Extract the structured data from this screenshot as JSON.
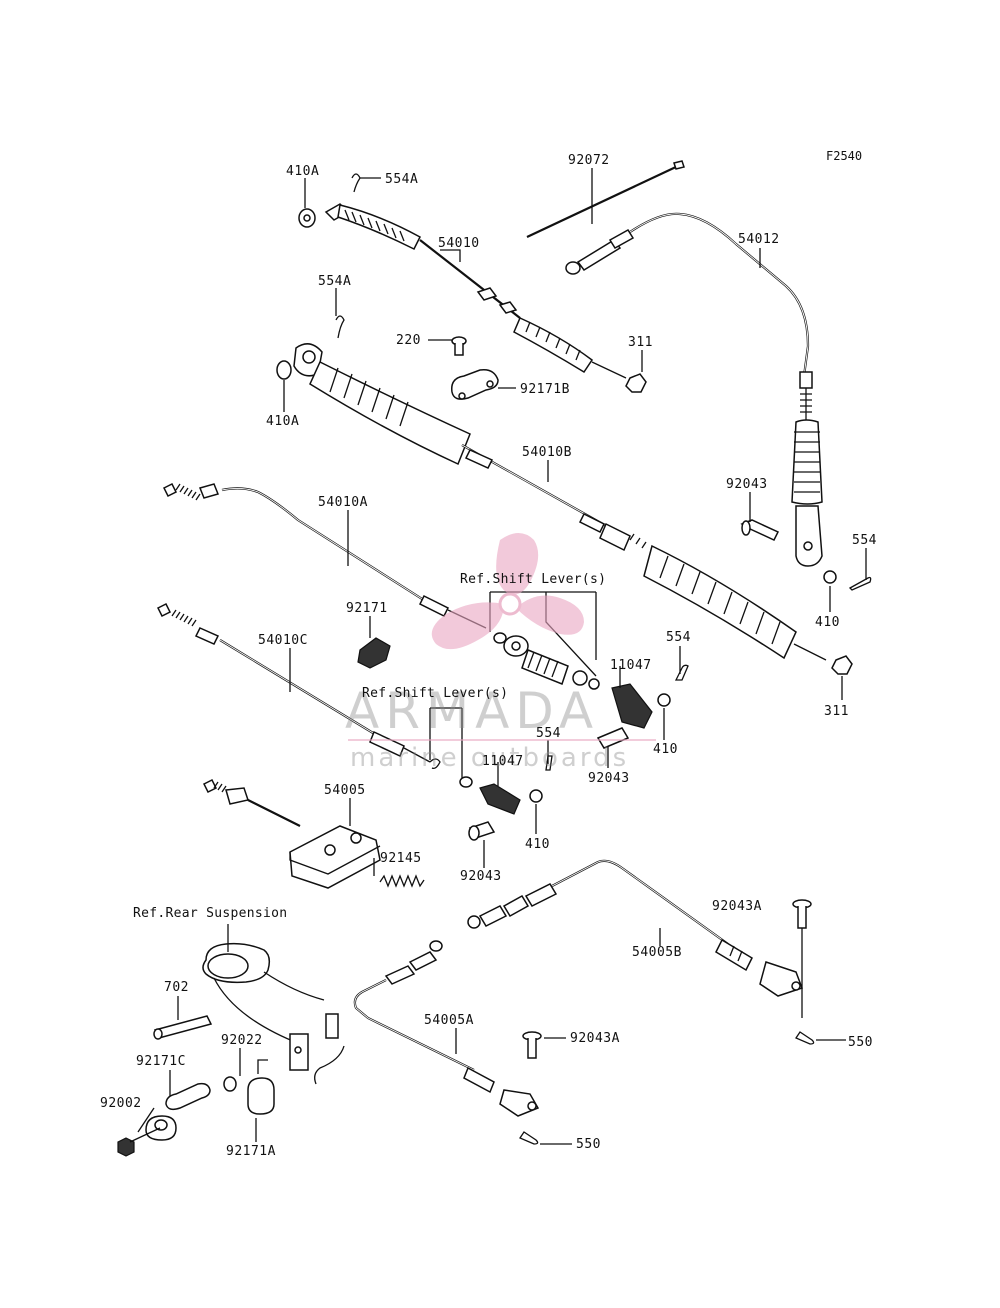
{
  "diagram": {
    "code": "F2540",
    "part_labels": {
      "p410a_top": "410A",
      "p554a_top": "554A",
      "p54010": "54010",
      "p92072": "92072",
      "p54012": "54012",
      "p554a_mid": "554A",
      "p220": "220",
      "p311_top": "311",
      "p92171b": "92171B",
      "p410a_mid": "410A",
      "p54010b": "54010B",
      "p92043_right": "92043",
      "p554_right": "554",
      "p54010a": "54010A",
      "p410_right": "410",
      "p92171": "92171",
      "p54010c": "54010C",
      "p554_mid": "554",
      "p11047_top": "11047",
      "p311_bottom": "311",
      "p410_mid": "410",
      "p554_center": "554",
      "p11047_center": "11047",
      "p92043_center": "92043",
      "p54005": "54005",
      "p410_center": "410",
      "p92145": "92145",
      "p92043_lower": "92043",
      "p92043a_right": "92043A",
      "p54005b": "54005B",
      "p702": "702",
      "p92022": "92022",
      "p92171c": "92171C",
      "p54005a": "54005A",
      "p92043a_lower": "92043A",
      "p550_right": "550",
      "p92002": "92002",
      "p92171a": "92171A",
      "p550_lower": "550"
    },
    "references": {
      "shift_lever_1": "Ref.Shift Lever(s)",
      "shift_lever_2": "Ref.Shift Lever(s)",
      "rear_suspension": "Ref.Rear Suspension"
    }
  },
  "watermark": {
    "brand": "ARMADA",
    "tagline": "marine outboards",
    "logo": "propeller-logo",
    "color": "#e8a5c0"
  }
}
